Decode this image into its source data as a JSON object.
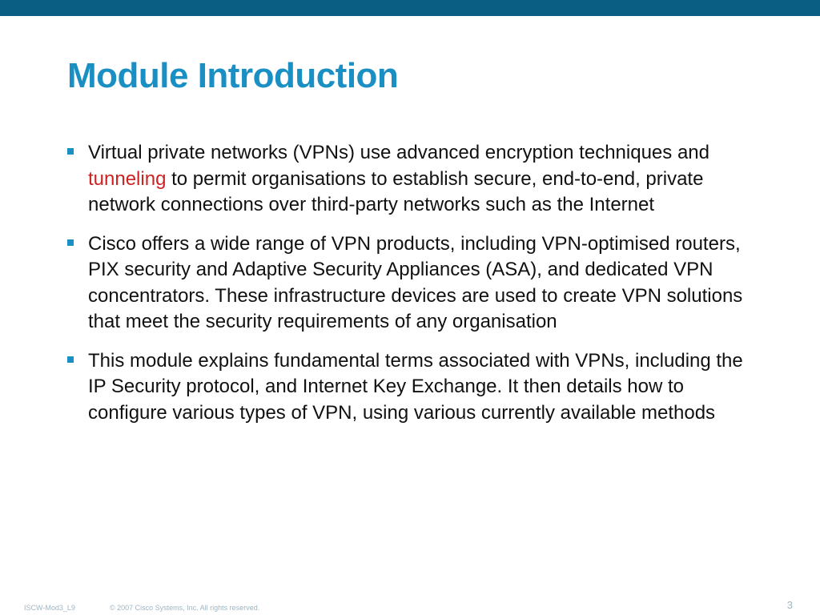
{
  "slide": {
    "title": "Module Introduction",
    "bullets": [
      {
        "text": "Virtual private networks (VPNs) use advanced encryption techniques and ",
        "highlight": "tunneling",
        "text_after": " to permit organisations to establish secure, end-to-end, private network connections over third-party networks such as the Internet"
      },
      {
        "text": "Cisco offers a wide range of VPN products, including VPN-optimised routers, PIX security and Adaptive Security Appliances (ASA), and dedicated VPN concentrators. These infrastructure devices are used to create VPN solutions that meet the security requirements of any organisation"
      },
      {
        "text": "This module explains fundamental terms associated with VPNs, including the IP Security protocol, and Internet Key Exchange. It then details how to configure various types of VPN, using various currently available methods"
      }
    ]
  },
  "footer": {
    "course_code": "ISCW-Mod3_L9",
    "copyright": "© 2007 Cisco Systems, Inc. All rights reserved.",
    "page_number": "3"
  },
  "colors": {
    "top_bar": "#0b5e83",
    "title": "#1a8fc4",
    "bullet_marker": "#1a8fc4",
    "highlight": "#cc2222",
    "body_text": "#111111",
    "footer_text": "#9fb5c3"
  }
}
